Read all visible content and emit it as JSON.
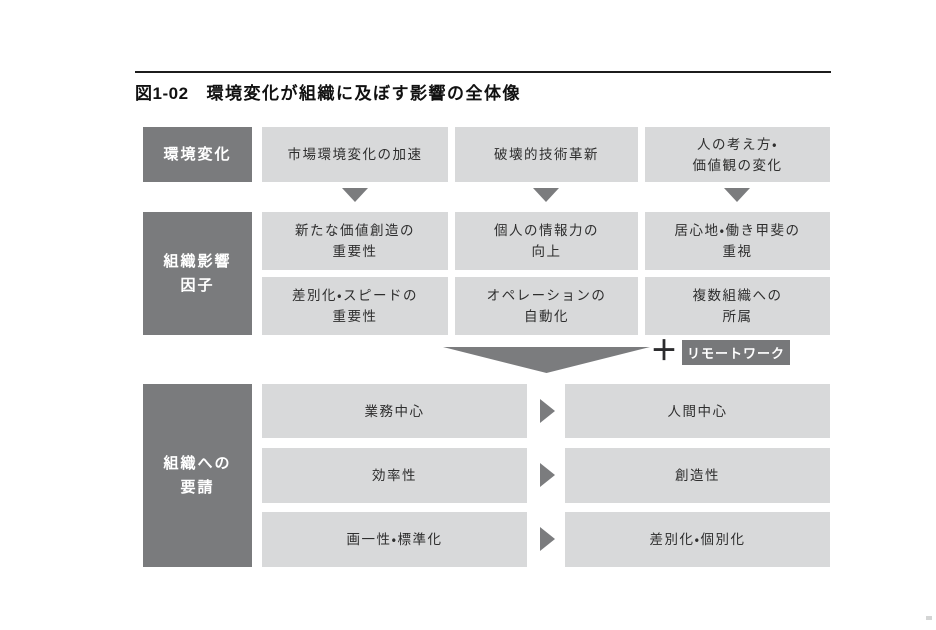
{
  "figure_header": {
    "number": "図1-02",
    "title": "環境変化が組織に及ぼす影響の全体像"
  },
  "colors": {
    "dark_label_bg": "#7a7b7d",
    "light_box_bg": "#d8d9da",
    "arrow_gray": "#7b7c7e",
    "badge_bg": "#77787a",
    "plus_color": "#2c2c2e",
    "box_text": "#2e2e2e",
    "label_text": "#ffffff"
  },
  "row_environment": {
    "label": "環境変化",
    "boxes": [
      "市場環境変化の加速",
      "破壊的技術革新",
      "人の考え方・\n価値観の変化"
    ]
  },
  "row_factors": {
    "label": "組織影響\n因子",
    "boxes_top": [
      "新たな価値創造の\n重要性",
      "個人の情報力の\n向上",
      "居心地・働き甲斐の\n重視"
    ],
    "boxes_bottom": [
      "差別化・スピードの\n重要性",
      "オペレーションの\n自動化",
      "複数組織への\n所属"
    ]
  },
  "remote_work": {
    "plus": "＋",
    "badge": "リモートワーク"
  },
  "row_demands": {
    "label": "組織への\n要請",
    "rows": [
      {
        "from": "業務中心",
        "to": "人間中心"
      },
      {
        "from": "効率性",
        "to": "創造性"
      },
      {
        "from": "画一性・標準化",
        "to": "差別化・個別化"
      }
    ]
  }
}
